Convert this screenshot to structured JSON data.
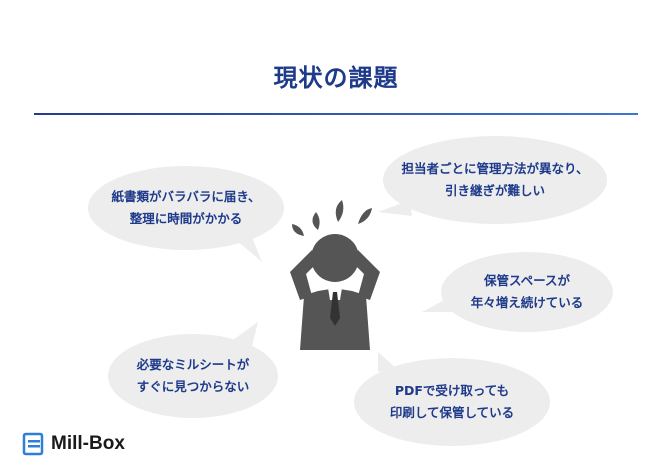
{
  "title": "現状の課題",
  "bubbles": [
    {
      "line1": "紙書類がバラバラに届き、",
      "line2": "整理に時間がかかる"
    },
    {
      "line1": "担当者ごとに管理方法が異なり、",
      "line2": "引き継ぎが難しい"
    },
    {
      "line1": "保管スペースが",
      "line2": "年々増え続けている"
    },
    {
      "line1": "必要なミルシートが",
      "line2": "すぐに見つからない"
    },
    {
      "line1": "PDFで受け取っても",
      "line2": "印刷して保管している"
    }
  ],
  "brand": {
    "name": "Mill-Box"
  },
  "colors": {
    "title": "#1e3a8a",
    "bubble": "#ededed",
    "figure": "#555555",
    "logo": "#2f7fd6"
  },
  "icons": [
    "worried-person-icon",
    "mill-box-logo-icon"
  ]
}
